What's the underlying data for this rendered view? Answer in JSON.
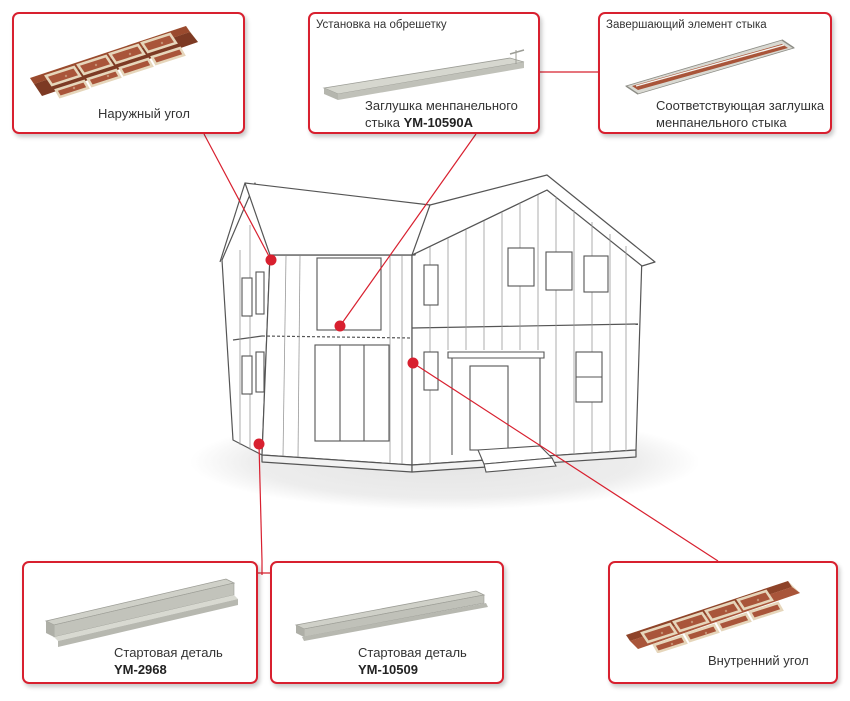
{
  "callouts": {
    "outer_corner": {
      "caption": "Наружный угол"
    },
    "joint_cap": {
      "header": "Установка на обрешетку",
      "caption_line1": "Заглушка менпанельного",
      "caption_line2_prefix": "стыка ",
      "code": "YM-10590A"
    },
    "joint_end": {
      "header": "Завершающий элемент стыка",
      "caption_line1": "Соответствующая заглушка",
      "caption_line2": "менпанельного стыка"
    },
    "starter_1": {
      "caption": "Стартовая деталь",
      "code": "YM-2968"
    },
    "starter_2": {
      "caption": "Стартовая деталь",
      "code": "YM-10509"
    },
    "inner_corner": {
      "caption": "Внутренний угол"
    }
  },
  "colors": {
    "accent": "#d8202f",
    "brick": "#9a4a2e",
    "mortar": "#e6d6bb",
    "profile": "#c9cac2"
  }
}
